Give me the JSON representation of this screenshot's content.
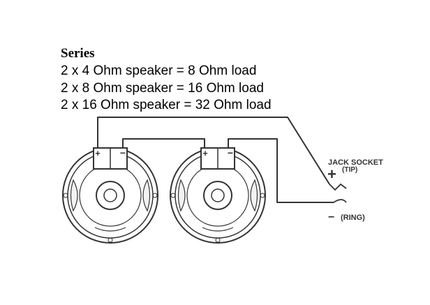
{
  "heading": "Series",
  "lines": [
    "2 x 4 Ohm speaker = 8 Ohm load",
    "2 x 8 Ohm speaker = 16 Ohm load",
    "2 x 16 Ohm speaker = 32 Ohm load"
  ],
  "speaker_terminals": {
    "positive": "+",
    "negative": "−"
  },
  "jack": {
    "title": "JACK SOCKET",
    "tip_label": "(TIP)",
    "plus_symbol": "+",
    "minus_symbol": "−",
    "ring_label": "(RING)"
  }
}
